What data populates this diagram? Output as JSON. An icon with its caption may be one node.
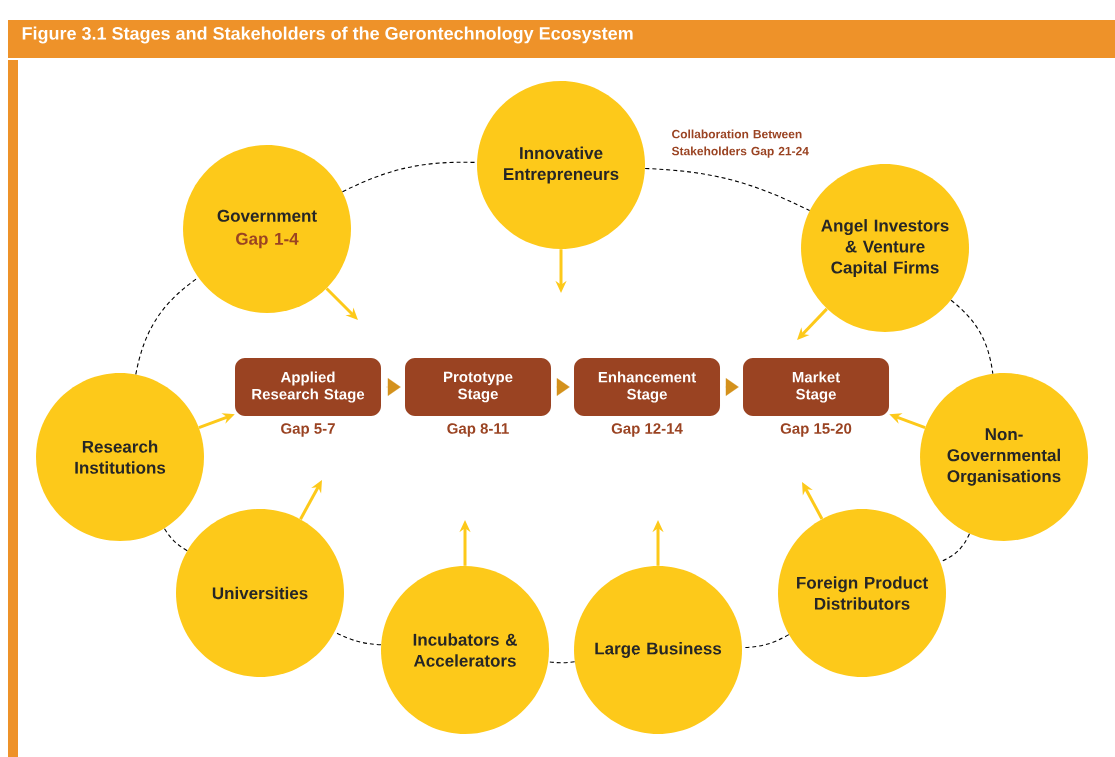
{
  "diagram": {
    "title": "Figure 3.1 Stages and Stakeholders of the Gerontechnology Ecosystem",
    "nodes": [
      {
        "text": [
          "Government",
          "Gap 1-4"
        ]
      },
      {
        "text": [
          "Innovative Entrepreneurs"
        ]
      },
      {
        "text": [
          "Angel Investors & Venture Capital Firms"
        ]
      },
      {
        "text": [
          "Research Institutions"
        ]
      },
      {
        "text": [
          "Non-Governmental Organisations"
        ]
      },
      {
        "text": [
          "Universities"
        ]
      },
      {
        "text": [
          "Incubators & Accelerators"
        ]
      },
      {
        "text": [
          "Large Business"
        ]
      },
      {
        "text": [
          "Foreign Product Distributors"
        ]
      },
      {
        "text": [
          "Applied Research Stage"
        ],
        "beside": [
          "Gap 5-7"
        ]
      },
      {
        "text": [
          "Prototype Stage"
        ],
        "beside": [
          "Gap 8-11"
        ]
      },
      {
        "text": [
          "Enhancement Stage"
        ],
        "beside": [
          "Gap 12-14"
        ]
      },
      {
        "text": [
          "Market Stage"
        ],
        "beside": [
          "Gap 15-20"
        ]
      }
    ],
    "edges": [
      {
        "from": 9,
        "to": 10,
        "arrow": "to",
        "color": "#d4911c"
      },
      {
        "from": 10,
        "to": 11,
        "arrow": "to",
        "color": "#d4911c"
      },
      {
        "from": 11,
        "to": 12,
        "arrow": "to",
        "color": "#d4911c"
      },
      {
        "from": 0,
        "to": null,
        "arrow": "to",
        "color": "#fdc91a",
        "style": "thick"
      },
      {
        "from": 1,
        "to": null,
        "arrow": "to",
        "color": "#fdc91a",
        "style": "thick"
      },
      {
        "from": 2,
        "to": null,
        "arrow": "to",
        "color": "#fdc91a",
        "style": "thick"
      },
      {
        "from": 3,
        "to": 9,
        "arrow": "to",
        "color": "#fdc91a",
        "style": "thick"
      },
      {
        "from": 4,
        "to": 12,
        "arrow": "to",
        "color": "#fdc91a",
        "style": "thick"
      },
      {
        "from": 5,
        "to": null,
        "arrow": "to",
        "color": "#fdc91a",
        "style": "thick"
      },
      {
        "from": 6,
        "to": null,
        "arrow": "to",
        "color": "#fdc91a",
        "style": "thick"
      },
      {
        "from": 7,
        "to": null,
        "arrow": "to",
        "color": "#fdc91a",
        "style": "thick"
      },
      {
        "from": 8,
        "to": null,
        "arrow": "to",
        "color": "#fdc91a",
        "style": "thick"
      },
      {
        "from": 0,
        "to": 1,
        "arrow": "none",
        "style": "dashed",
        "color": "#000000"
      },
      {
        "from": 1,
        "to": 2,
        "arrow": "none",
        "style": "dashed",
        "color": "#000000"
      },
      {
        "from": 2,
        "to": 4,
        "arrow": "none",
        "style": "dashed",
        "color": "#000000"
      },
      {
        "from": 4,
        "to": 8,
        "arrow": "none",
        "style": "dashed",
        "color": "#000000"
      },
      {
        "from": 8,
        "to": 7,
        "arrow": "none",
        "style": "dashed",
        "color": "#000000"
      },
      {
        "from": 7,
        "to": 6,
        "arrow": "none",
        "style": "dashed",
        "color": "#000000"
      },
      {
        "from": 6,
        "to": 5,
        "arrow": "none",
        "style": "dashed",
        "color": "#000000"
      },
      {
        "from": 5,
        "to": 3,
        "arrow": "none",
        "style": "dashed",
        "color": "#000000"
      },
      {
        "from": 3,
        "to": 0,
        "arrow": "none",
        "style": "dashed",
        "color": "#000000"
      }
    ],
    "labels": [
      "Collaboration Between Stakeholders Gap 21-24"
    ]
  }
}
